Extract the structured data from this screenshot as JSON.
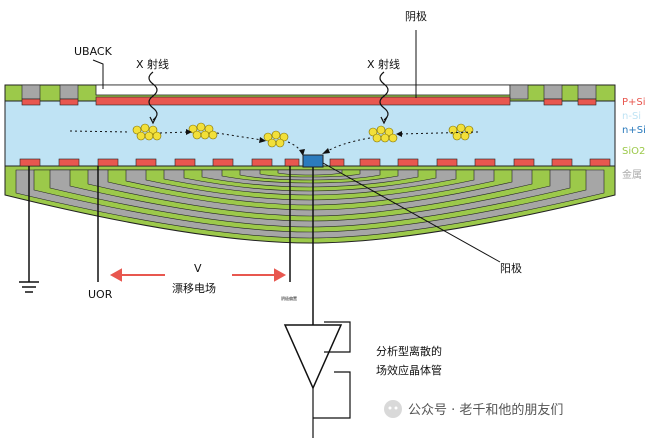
{
  "labels": {
    "uback": "UBACK",
    "xray_left": "X 射线",
    "xray_right": "X 射线",
    "cathode": "阴极",
    "anode": "阳极",
    "uor": "UOR",
    "v": "V",
    "drift_field": "漂移电场",
    "small_text": "阴极偏置",
    "fet_line1": "分析型离散的",
    "fet_line2": "场效应晶体管"
  },
  "legend": [
    {
      "text": "P+Si",
      "color": "#e8574f"
    },
    {
      "text": "n-Si",
      "color": "#bfe3f4"
    },
    {
      "text": "n+Si",
      "color": "#2b7bbd"
    },
    {
      "text": "SiO2",
      "color": "#9cc94a"
    },
    {
      "text": "金属",
      "color": "#aaaaaa"
    }
  ],
  "watermark": {
    "text": "公众号 · 老千和他的朋友们"
  },
  "colors": {
    "p_si": "#e8574f",
    "n_si": "#bfe3f4",
    "n_plus_si": "#2b7bbd",
    "sio2": "#9cc94a",
    "metal": "#a6a6a6",
    "electrons": "#f2e03a",
    "arrow": "#e8574f"
  }
}
